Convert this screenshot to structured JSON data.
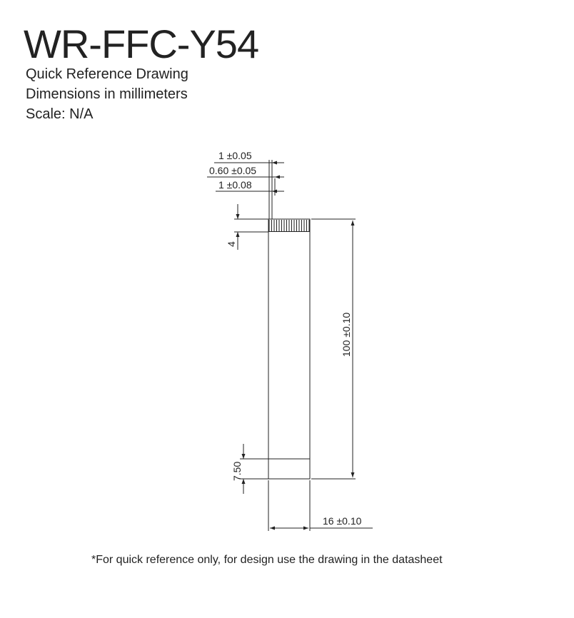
{
  "title": "WR-FFC-Y54",
  "subtitle_lines": [
    "Quick Reference Drawing",
    "Dimensions in millimeters",
    "Scale: N/A"
  ],
  "dimensions": {
    "conductor_width": "1 ±0.05",
    "conductor_thickness": "0.60 ±0.05",
    "pitch": "1 ±0.08",
    "contact_length": "4",
    "cable_length": "100 ±0.10",
    "stiffener_length": "7.50",
    "cable_width": "16 ±0.10"
  },
  "footnote": "*For quick reference only, for design use the drawing in the datasheet"
}
